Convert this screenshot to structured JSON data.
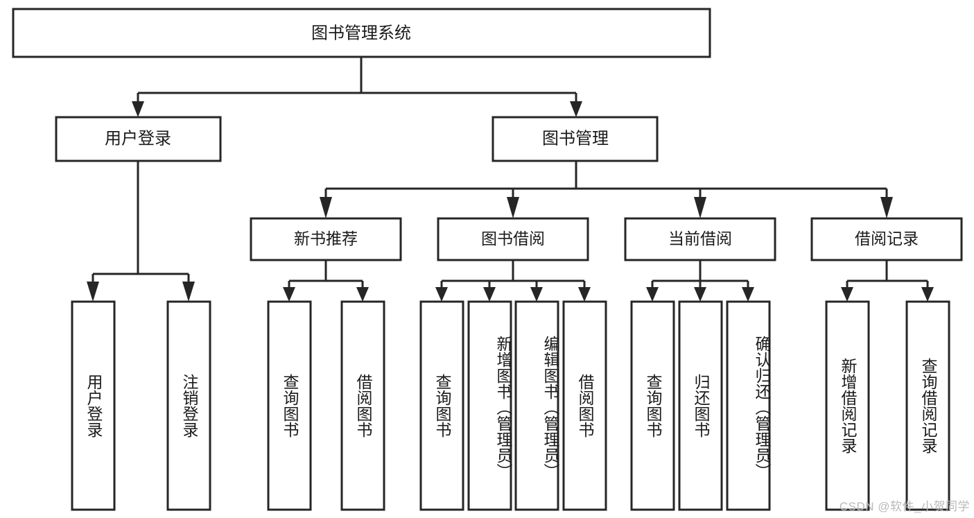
{
  "diagram": {
    "type": "tree-hierarchy",
    "title_node": {
      "id": "root",
      "label": "图书管理系统"
    },
    "level2": [
      {
        "id": "user-login",
        "label": "用户登录"
      },
      {
        "id": "book-manage",
        "label": "图书管理"
      }
    ],
    "level3": [
      {
        "id": "new-book-rec",
        "label": "新书推荐",
        "parent": "book-manage"
      },
      {
        "id": "book-borrow",
        "label": "图书借阅",
        "parent": "book-manage"
      },
      {
        "id": "current-borrow",
        "label": "当前借阅",
        "parent": "book-manage"
      },
      {
        "id": "borrow-record",
        "label": "借阅记录",
        "parent": "book-manage"
      }
    ],
    "leaves": [
      {
        "id": "leaf-user-login",
        "label": "用户登录",
        "parent": "user-login"
      },
      {
        "id": "leaf-logout",
        "label": "注销登录",
        "parent": "user-login"
      },
      {
        "id": "leaf-query-book-1",
        "label": "查询图书",
        "parent": "new-book-rec"
      },
      {
        "id": "leaf-borrow-book-1",
        "label": "借阅图书",
        "parent": "new-book-rec"
      },
      {
        "id": "leaf-query-book-2",
        "label": "查询图书",
        "parent": "book-borrow"
      },
      {
        "id": "leaf-add-book",
        "label": "新增图书（管理员）",
        "parent": "book-borrow"
      },
      {
        "id": "leaf-edit-book",
        "label": "编辑图书（管理员）",
        "parent": "book-borrow"
      },
      {
        "id": "leaf-borrow-book-2",
        "label": "借阅图书",
        "parent": "book-borrow"
      },
      {
        "id": "leaf-query-book-3",
        "label": "查询图书",
        "parent": "current-borrow"
      },
      {
        "id": "leaf-return-book",
        "label": "归还图书",
        "parent": "current-borrow"
      },
      {
        "id": "leaf-confirm-return",
        "label": "确认归还（管理员）",
        "parent": "current-borrow"
      },
      {
        "id": "leaf-add-record",
        "label": "新增借阅记录",
        "parent": "borrow-record"
      },
      {
        "id": "leaf-query-record",
        "label": "查询借阅记录",
        "parent": "borrow-record"
      }
    ],
    "colors": {
      "stroke": "#262626",
      "fill": "#ffffff",
      "text": "#1a1a1a",
      "watermark": "#b9b9b9"
    }
  },
  "watermark": {
    "text": "CSDN @软件_小贺同学"
  }
}
